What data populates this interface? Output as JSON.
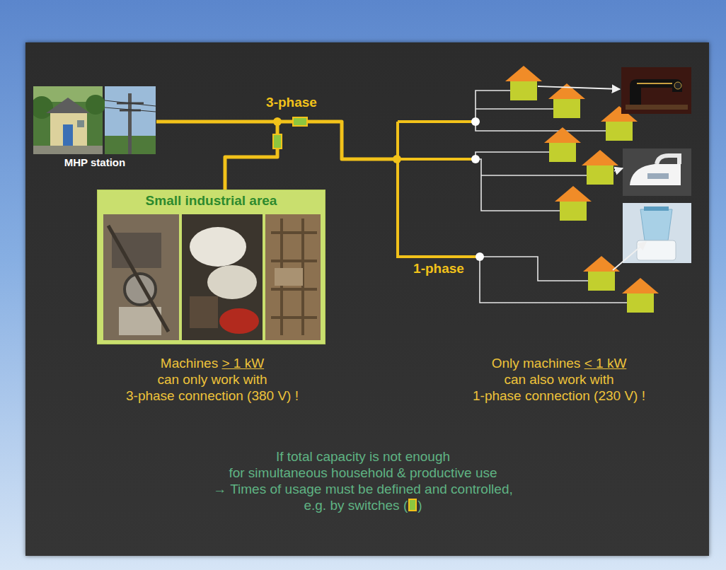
{
  "diagram": {
    "nodes": [
      {
        "text": [
          "MHP station"
        ]
      },
      {
        "text": [
          "Small industrial area"
        ]
      }
    ],
    "edges": [
      {
        "from": 0,
        "to": 1,
        "arrow": "none"
      }
    ],
    "labels": [
      "3-phase",
      "1-phase",
      "Machines",
      "> 1 kW",
      "can only work with",
      "3-phase connection (380 V) !",
      "Only machines",
      "< 1 kW",
      "can also work with",
      "1-phase connection (230 V) !",
      "If total capacity is not enough",
      "for simultaneous household & productive use",
      "→ Times of usage must be defined and controlled,",
      "e.g. by switches (",
      ")"
    ]
  }
}
